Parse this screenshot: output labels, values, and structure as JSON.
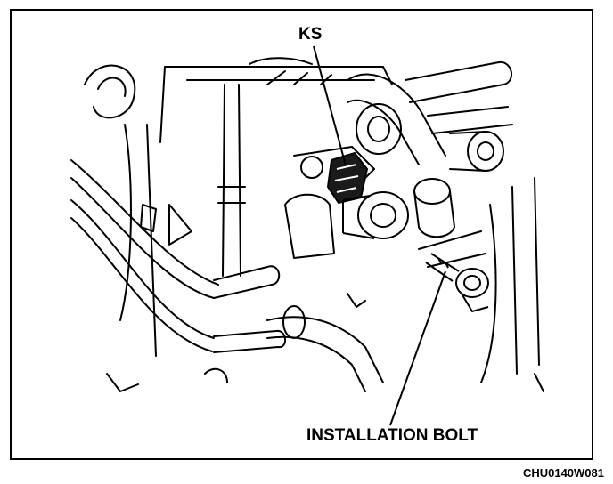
{
  "labels": {
    "ks": "KS",
    "installation_bolt": "INSTALLATION BOLT",
    "figure_code": "CHU0140W081"
  },
  "colors": {
    "ink": "#000000",
    "paper": "#ffffff",
    "sensor_fill": "#1a1a1a"
  }
}
